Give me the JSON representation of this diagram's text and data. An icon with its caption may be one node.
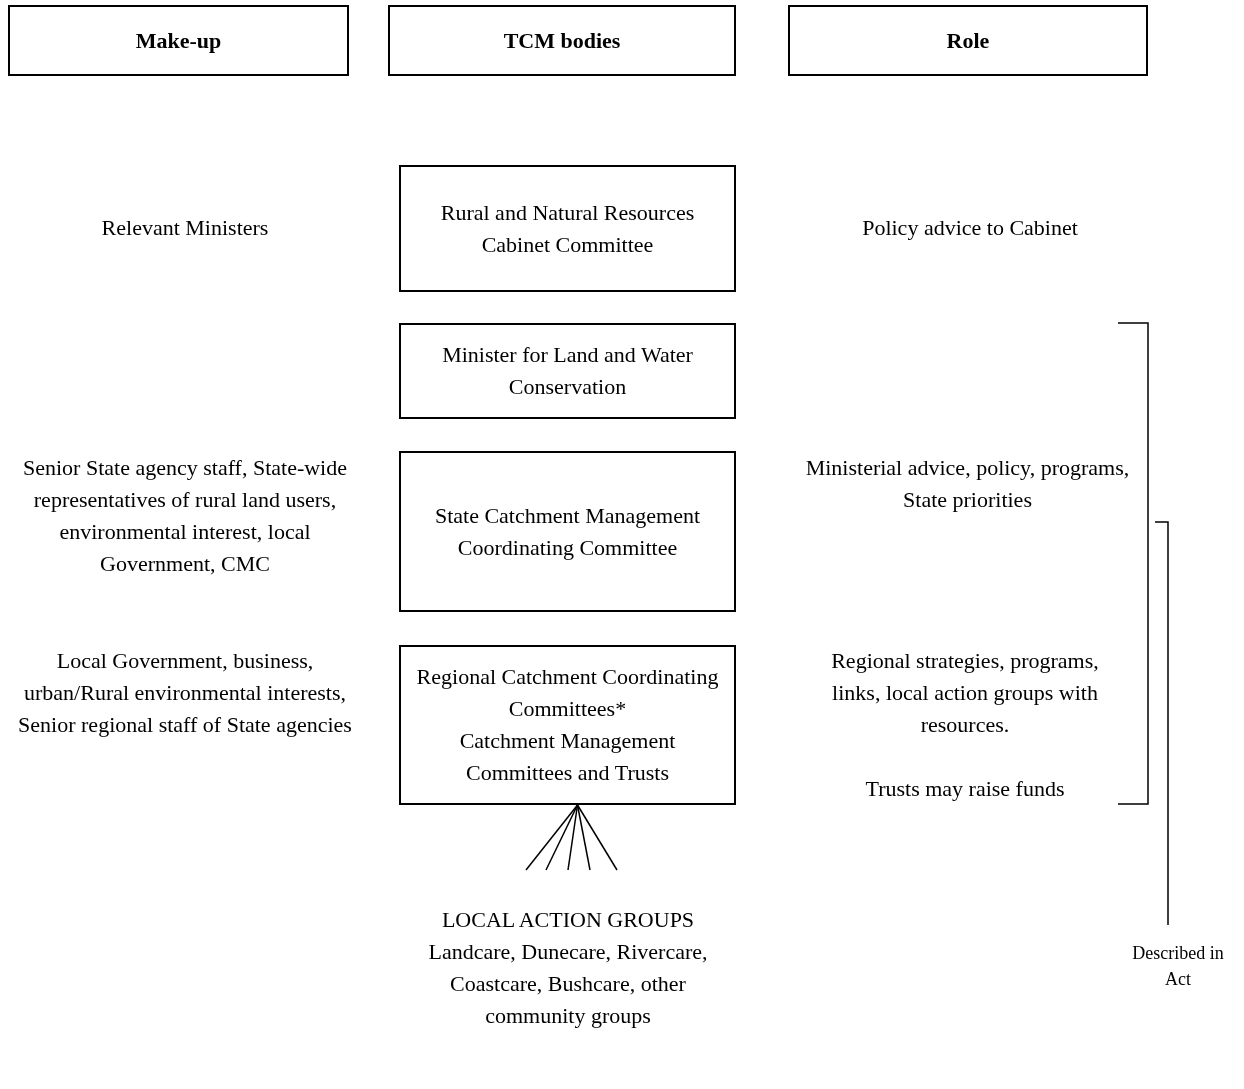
{
  "diagram": {
    "nodes": [
      {
        "text": [
          "Make-up"
        ]
      },
      {
        "text": [
          "TCM bodies"
        ]
      },
      {
        "text": [
          "Role"
        ]
      },
      {
        "text": [
          "Rural and Natural Resources Cabinet Committee"
        ]
      },
      {
        "text": [
          "Minister for Land and Water Conservation"
        ]
      },
      {
        "text": [
          "State Catchment Management Coordinating Committee"
        ]
      },
      {
        "text": [
          "Regional Catchment Coordinating Committees*",
          "Catchment Management Committees and Trusts"
        ]
      },
      {
        "text": [
          "LOCAL ACTION GROUPS",
          "Landcare, Dunecare, Rivercare, Coastcare, Bushcare, other community groups"
        ]
      }
    ],
    "edges": [
      {
        "from": 7,
        "to": 6,
        "arrow": "none"
      },
      {
        "from": 7,
        "to": 6,
        "arrow": "none"
      },
      {
        "from": 7,
        "to": 6,
        "arrow": "none"
      },
      {
        "from": 7,
        "to": 6,
        "arrow": "none"
      },
      {
        "from": 7,
        "to": 6,
        "arrow": "none"
      }
    ],
    "labels": [
      "Relevant Ministers",
      "Policy advice to Cabinet",
      "Senior State agency staff, State-wide representatives of rural land users, environmental interest, local Government, CMC",
      "Ministerial advice, policy, programs, State priorities",
      "Local Government, business, urban/Rural environmental interests, Senior regional staff of State agencies",
      "Regional strategies, programs, links, local action groups with resources.",
      "Trusts may raise funds",
      "Described in Act"
    ]
  }
}
